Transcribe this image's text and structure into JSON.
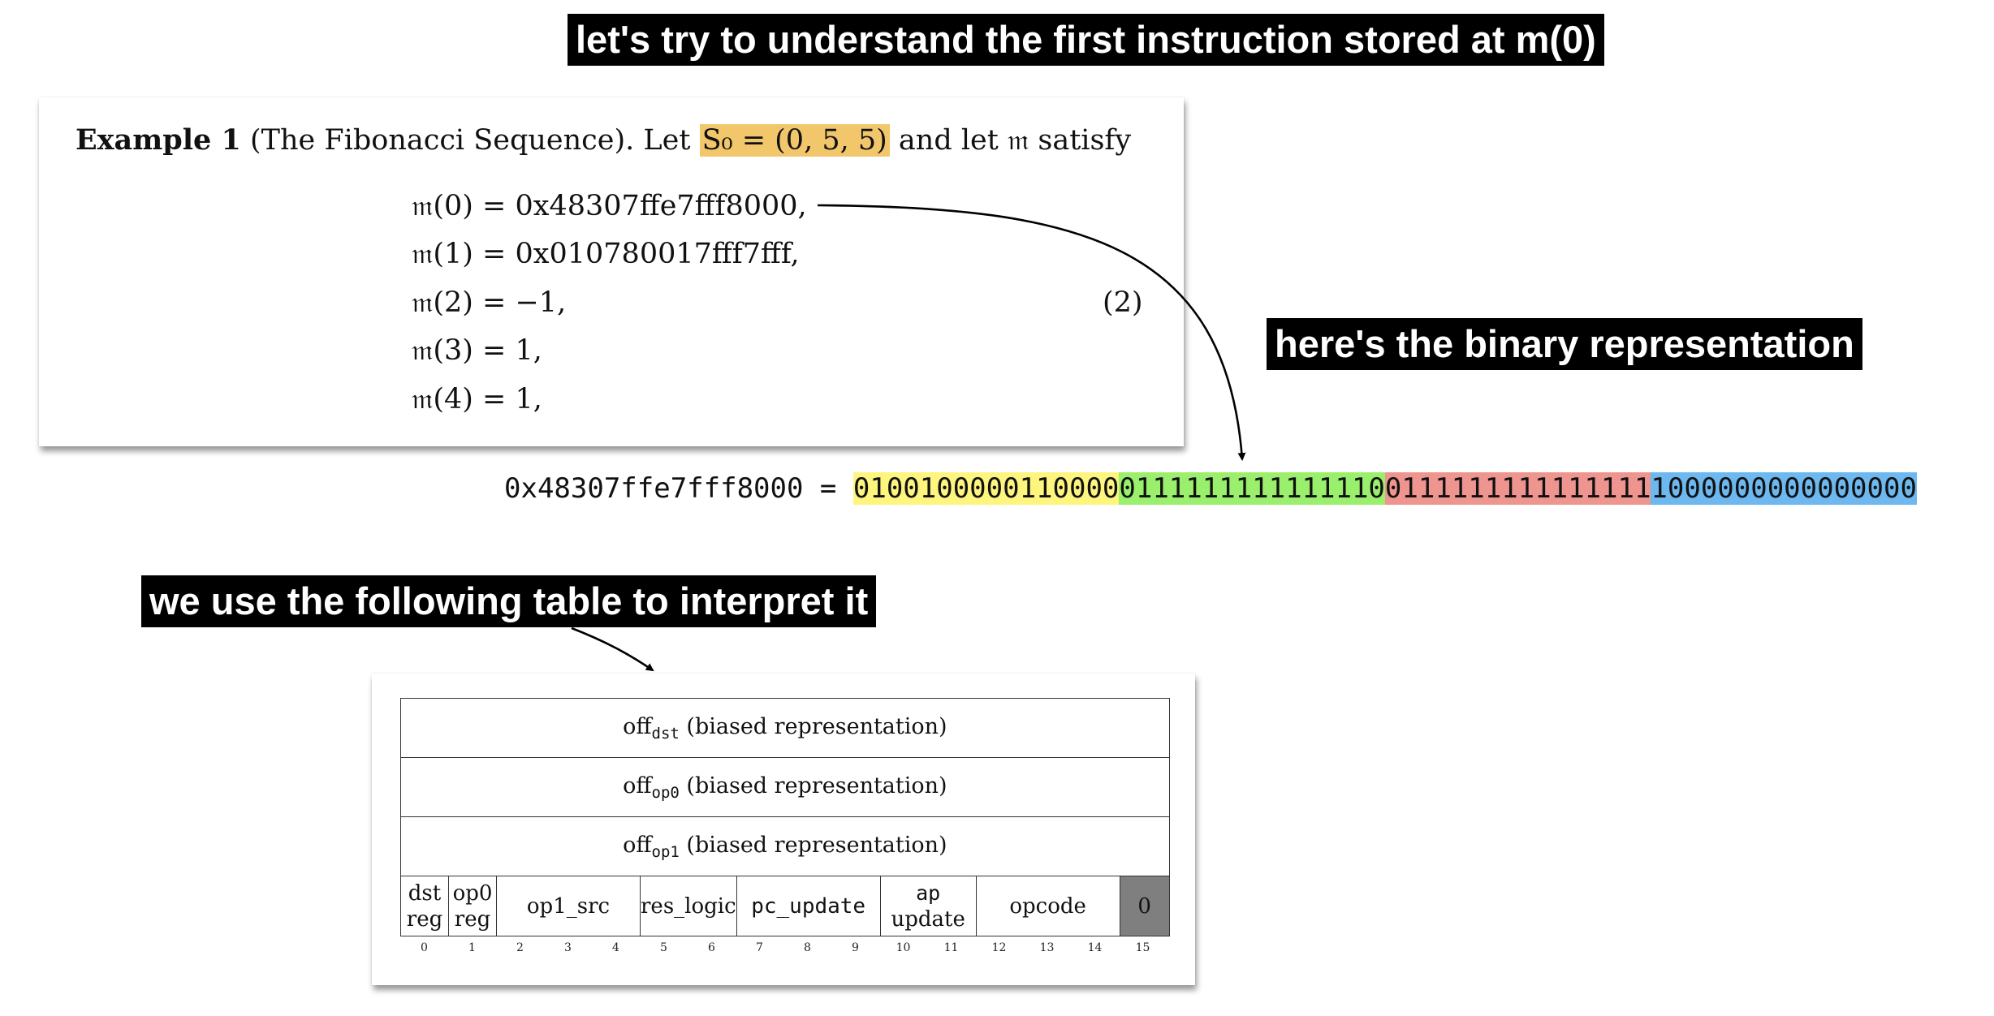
{
  "captions": {
    "top": "let's try to understand the first instruction stored at m(0)",
    "binary": "here's the binary representation",
    "table": "we use the following table to interpret it"
  },
  "example": {
    "label": "Example 1",
    "title": "(The Fibonacci Sequence).",
    "let_word": "Let",
    "s0": "S₀ = (0, 5, 5)",
    "tail": "and let 𝔪 satisfy",
    "equations": [
      "𝔪(0) = 0x48307ffe7fff8000,",
      "𝔪(1) = 0x010780017fff7fff,",
      "𝔪(2) = −1,",
      "𝔪(3) = 1,",
      "𝔪(4) = 1,"
    ],
    "equation_number": "(2)"
  },
  "binary": {
    "prefix": "0x48307ffe7fff8000 = ",
    "segments": [
      {
        "bits": "0100100000110000",
        "color": "#fdf57e"
      },
      {
        "bits": "0111111111111110",
        "color": "#9af06c"
      },
      {
        "bits": "0111111111111111",
        "color": "#ee9590"
      },
      {
        "bits": "1000000000000000",
        "color": "#6cb8ef"
      }
    ]
  },
  "table": {
    "rows": [
      {
        "name": "off",
        "sub": "dst",
        "suffix": " (biased representation)"
      },
      {
        "name": "off",
        "sub": "op0",
        "suffix": " (biased representation)"
      },
      {
        "name": "off",
        "sub": "op1",
        "suffix": " (biased representation)"
      }
    ],
    "flags": {
      "dst_reg_1": "dst",
      "dst_reg_2": "reg",
      "op0_reg_1": "op0",
      "op0_reg_2": "reg",
      "op1_src": "op1_src",
      "res_logic": "res_logic",
      "pc_update": "pc_update",
      "ap_update_1": "ap",
      "ap_update_2": "update",
      "opcode": "opcode",
      "zero": "0"
    },
    "bit_numbers": [
      "0",
      "1",
      "2",
      "3",
      "4",
      "5",
      "6",
      "7",
      "8",
      "9",
      "10",
      "11",
      "12",
      "13",
      "14",
      "15"
    ]
  }
}
